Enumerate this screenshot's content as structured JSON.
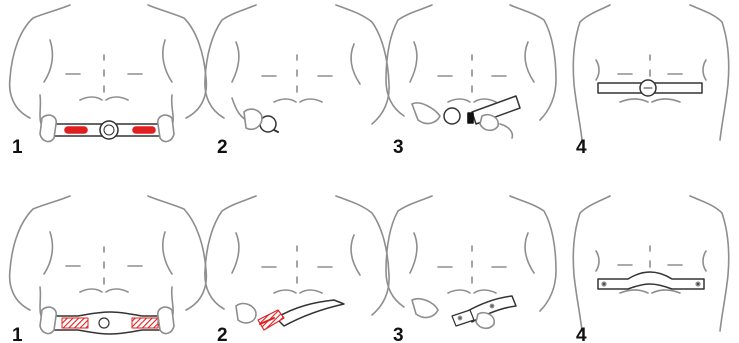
{
  "colors": {
    "outline": "#8e8e8e",
    "strap_red": "#e02020",
    "strap_stroke": "#333333",
    "label": "#111111"
  },
  "rows": [
    {
      "name": "strap-type-a",
      "steps": [
        {
          "label": "1",
          "action": "hold-strap-with-both-hands"
        },
        {
          "label": "2",
          "action": "wet-electrodes"
        },
        {
          "label": "3",
          "action": "attach-strap-end"
        },
        {
          "label": "4",
          "action": "strap-worn-on-chest"
        }
      ]
    },
    {
      "name": "strap-type-b",
      "steps": [
        {
          "label": "1",
          "action": "hold-strap-with-both-hands"
        },
        {
          "label": "2",
          "action": "wet-electrodes"
        },
        {
          "label": "3",
          "action": "attach-strap-end"
        },
        {
          "label": "4",
          "action": "strap-worn-on-chest"
        }
      ]
    }
  ]
}
